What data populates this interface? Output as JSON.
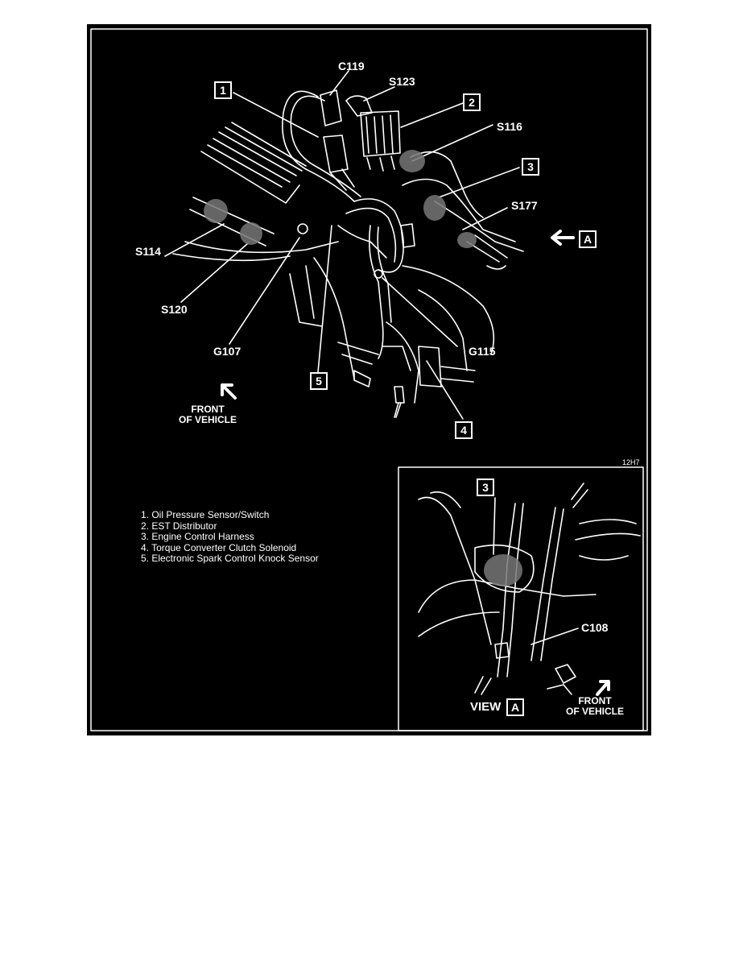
{
  "callouts": {
    "c119": "C119",
    "s123": "S123",
    "s116": "S116",
    "s177": "S177",
    "s114": "S114",
    "s120": "S120",
    "g107": "G107",
    "g115": "G115",
    "c108": "C108",
    "box1": "1",
    "box2": "2",
    "box3": "3",
    "box4": "4",
    "box5": "5",
    "boxA": "A",
    "inset_box3": "3",
    "inset_boxA": "A"
  },
  "front_main": {
    "line1": "FRONT",
    "line2": "OF VEHICLE"
  },
  "front_inset": {
    "line1": "FRONT",
    "line2": "OF VEHICLE"
  },
  "figure_code": "12H7",
  "view_label": "VIEW",
  "legend": [
    "1.  Oil Pressure Sensor/Switch",
    "2.  EST Distributor",
    "3.  Engine Control Harness",
    "4.  Torque Converter Clutch Solenoid",
    "5.  Electronic Spark Control Knock Sensor"
  ]
}
